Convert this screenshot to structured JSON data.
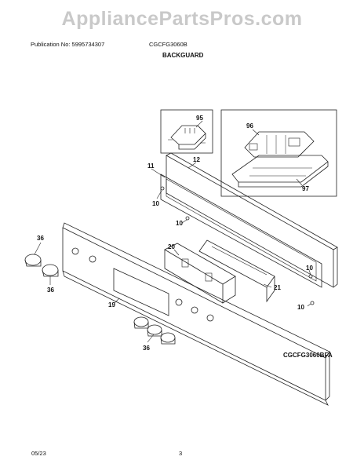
{
  "watermark": "AppliancePartsPros.com",
  "header": {
    "publication": "Publication No: 5995734307",
    "model": "CGCFG3060B",
    "section": "BACKGUARD"
  },
  "figure_code": "CGCFG3060BFA",
  "footer": {
    "date": "05/23",
    "page": "3"
  },
  "callouts": {
    "c95": "95",
    "c96": "96",
    "c97": "97",
    "c12": "12",
    "c11": "11",
    "c10a": "10",
    "c10b": "10",
    "c10c": "10",
    "c10d": "10",
    "c20": "20",
    "c21": "21",
    "c36a": "36",
    "c36b": "36",
    "c36c": "36",
    "c19": "19"
  }
}
